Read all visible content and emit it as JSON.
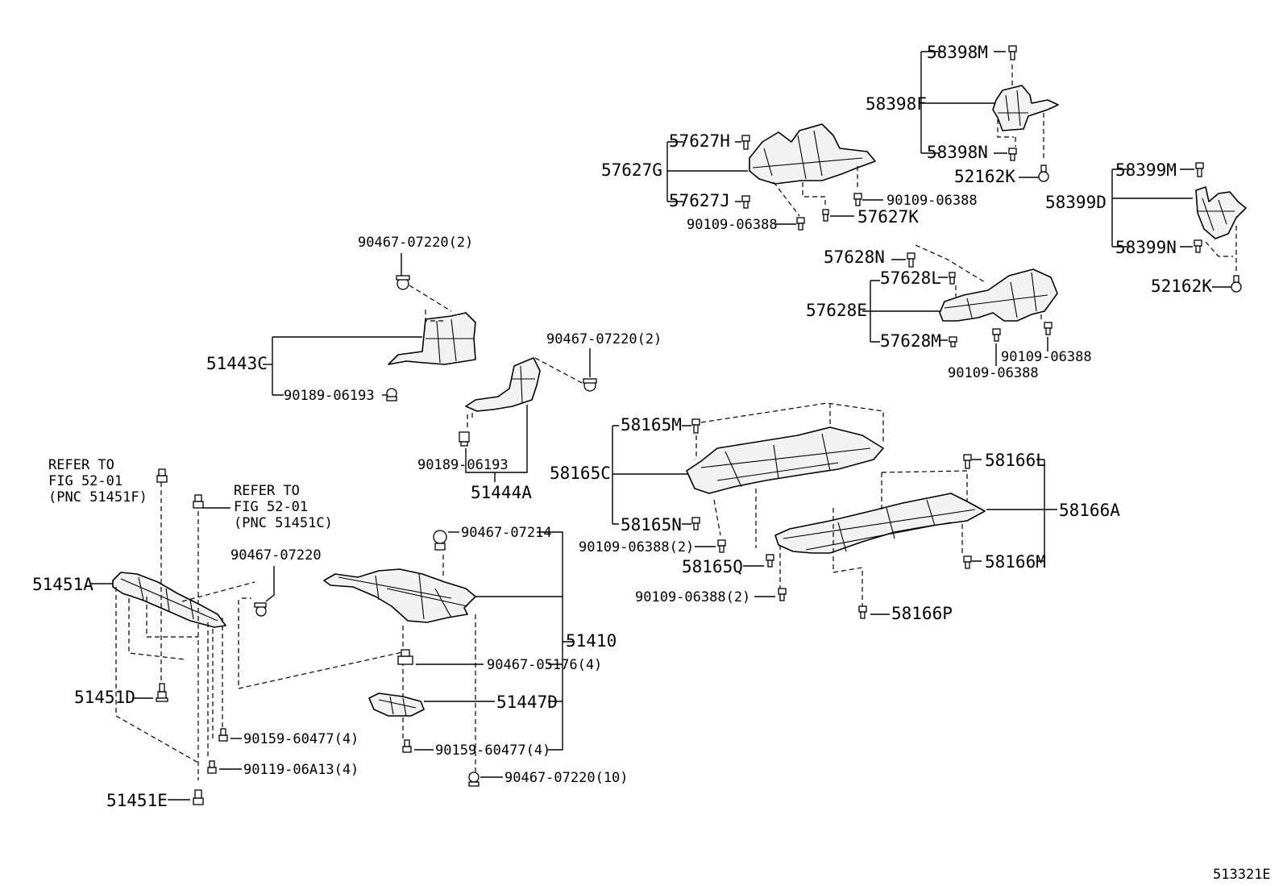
{
  "diagram_id": "513321E",
  "refer": {
    "r1": {
      "line1": "REFER TO",
      "line2": "FIG 52-01",
      "line3": "(PNC 51451F)"
    },
    "r2": {
      "line1": "REFER TO",
      "line2": "FIG 52-01",
      "line3": "(PNC 51451C)"
    }
  },
  "labels": {
    "p58398M": "58398M",
    "p58398F": "58398F",
    "p58398N": "58398N",
    "p52162K_a": "52162K",
    "p58399M": "58399M",
    "p58399D": "58399D",
    "p58399N": "58399N",
    "p52162K_b": "52162K",
    "p57627H": "57627H",
    "p57627G": "57627G",
    "p57627J": "57627J",
    "p90109_a": "90109-06388",
    "p90109_b": "90109-06388",
    "p57627K": "57627K",
    "p57628N": "57628N",
    "p57628L": "57628L",
    "p57628E": "57628E",
    "p57628M": "57628M",
    "p90109_c": "90109-06388",
    "p90109_d": "90109-06388",
    "p90467_a": "90467-07220(2)",
    "p51443C": "51443C",
    "p90189_a": "90189-06193",
    "p90467_b": "90467-07220(2)",
    "p90189_b": "90189-06193",
    "p51444A": "51444A",
    "p58165M": "58165M",
    "p58165C": "58165C",
    "p58165N": "58165N",
    "p90109_e": "90109-06388(2)",
    "p58165Q": "58165Q",
    "p90109_f": "90109-06388(2)",
    "p58166L": "58166L",
    "p58166A": "58166A",
    "p58166M": "58166M",
    "p58166P": "58166P",
    "p51451A": "51451A",
    "p90467_c": "90467-07220",
    "p90467_d": "90467-07214",
    "p51410": "51410",
    "p90467_e": "90467-05176(4)",
    "p51447D": "51447D",
    "p90159_a": "90159-60477(4)",
    "p51451D": "51451D",
    "p90159_b": "90159-60477(4)",
    "p90119": "90119-06A13(4)",
    "p90467_f": "90467-07220(10)",
    "p51451E": "51451E"
  }
}
